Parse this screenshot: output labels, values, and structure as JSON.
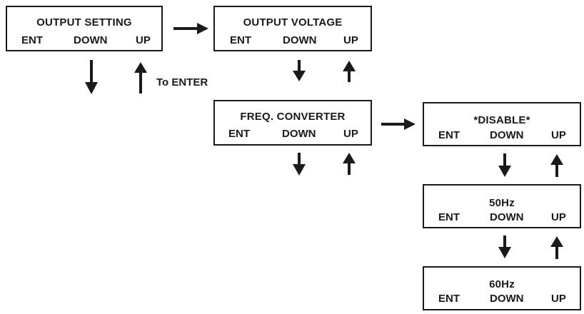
{
  "screens": {
    "output_setting": {
      "title": "OUTPUT SETTING",
      "ent": "ENT",
      "down": "DOWN",
      "up": "UP"
    },
    "output_voltage": {
      "title": "OUTPUT VOLTAGE",
      "ent": "ENT",
      "down": "DOWN",
      "up": "UP"
    },
    "freq_converter": {
      "title": "FREQ. CONVERTER",
      "ent": "ENT",
      "down": "DOWN",
      "up": "UP"
    },
    "disable": {
      "title": "*DISABLE*",
      "ent": "ENT",
      "down": "DOWN",
      "up": "UP"
    },
    "hz50": {
      "title": "50Hz",
      "ent": "ENT",
      "down": "DOWN",
      "up": "UP"
    },
    "hz60": {
      "title": "60Hz",
      "ent": "ENT",
      "down": "DOWN",
      "up": "UP"
    }
  },
  "notes": {
    "to_enter": "To ENTER"
  },
  "colors": {
    "ink": "#1a1a1a",
    "background": "#ffffff"
  }
}
